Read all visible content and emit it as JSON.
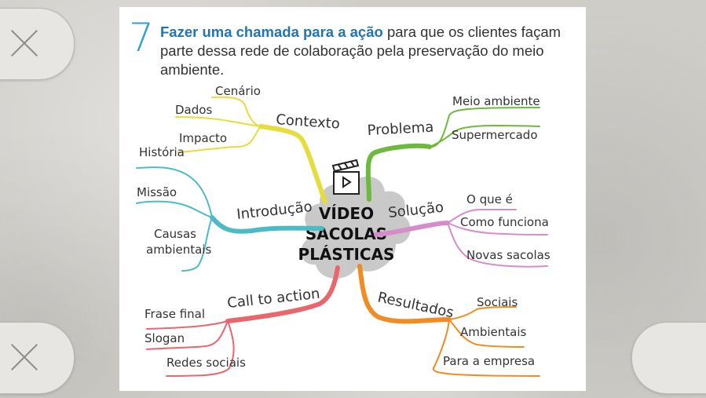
{
  "nav": {
    "close_top_left": "close-icon",
    "close_bottom_left": "close-icon"
  },
  "step": {
    "number": "7",
    "highlight": "Fazer uma chamada para a ação",
    "text_rest": " para que os clientes façam parte dessa rede de colaboração pela preservação do meio ambiente."
  },
  "mindmap": {
    "center": [
      "VÍDEO",
      "SACOLAS",
      "PLÁSTICAS"
    ],
    "center_icon": "clapperboard-icon",
    "branches": {
      "contexto": {
        "label": "Contexto",
        "color": "#e6dc3b",
        "items": [
          "Cenário",
          "Dados",
          "Impacto"
        ]
      },
      "introducao": {
        "label": "Introdução",
        "color": "#4bbcc6",
        "items": [
          "História",
          "Missão",
          "Causas ambientais"
        ]
      },
      "problema": {
        "label": "Problema",
        "color": "#6cba3b",
        "items": [
          "Meio ambiente",
          "Supermercado"
        ]
      },
      "solucao": {
        "label": "Solução",
        "color": "#d68ccb",
        "items": [
          "O que é",
          "Como funciona",
          "Novas sacolas"
        ]
      },
      "call": {
        "label": "Call to action",
        "color": "#e8666c",
        "items": [
          "Frase final",
          "Slogan",
          "Redes sociais"
        ]
      },
      "resultados": {
        "label": "Resultados",
        "color": "#f08c22",
        "items": [
          "Sociais",
          "Ambientais",
          "Para a empresa"
        ]
      }
    }
  }
}
